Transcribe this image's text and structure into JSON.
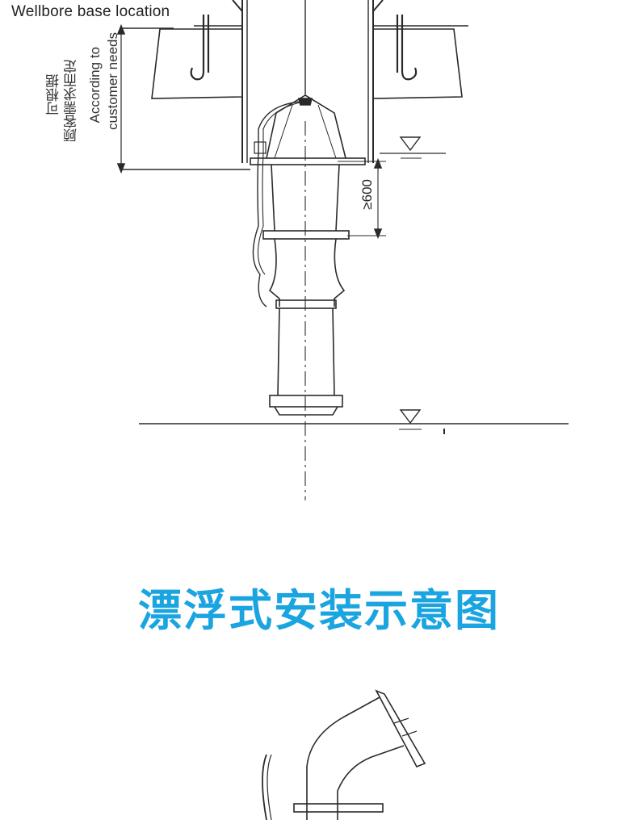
{
  "diagram": {
    "base_label": "Wellbore base location",
    "note_cn_line1": "可根据",
    "note_cn_line2": "顾客需求而定",
    "note_en_line1": "According to",
    "note_en_line2": "customer needs",
    "dimension": "≥600"
  },
  "section_title": "漂浮式安装示意图",
  "colors": {
    "line": "#2a2a2a",
    "title": "#1aa4e0"
  }
}
